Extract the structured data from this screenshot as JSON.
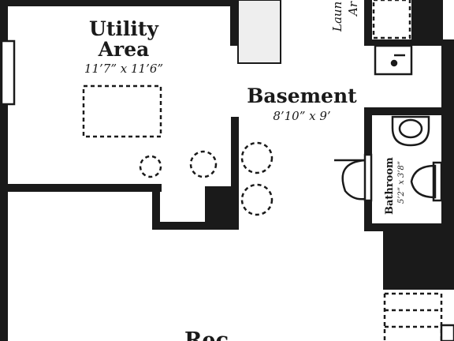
{
  "rooms": {
    "utility": {
      "name_line1": "Utility",
      "name_line2": "Area",
      "dimensions": "11’7” x 11’6”"
    },
    "basement": {
      "name": "Basement",
      "dimensions": "8’10” x 9’"
    },
    "bathroom": {
      "name": "Bathroom",
      "dimensions": "5’2” x 3’8”"
    },
    "laundry": {
      "name_line1": "Laun",
      "name_line2": "Ar"
    },
    "rec": {
      "name": "Rec"
    }
  },
  "colors": {
    "wall": "#1a1a1a",
    "fill": "#eeeeee",
    "background": "#ffffff"
  }
}
